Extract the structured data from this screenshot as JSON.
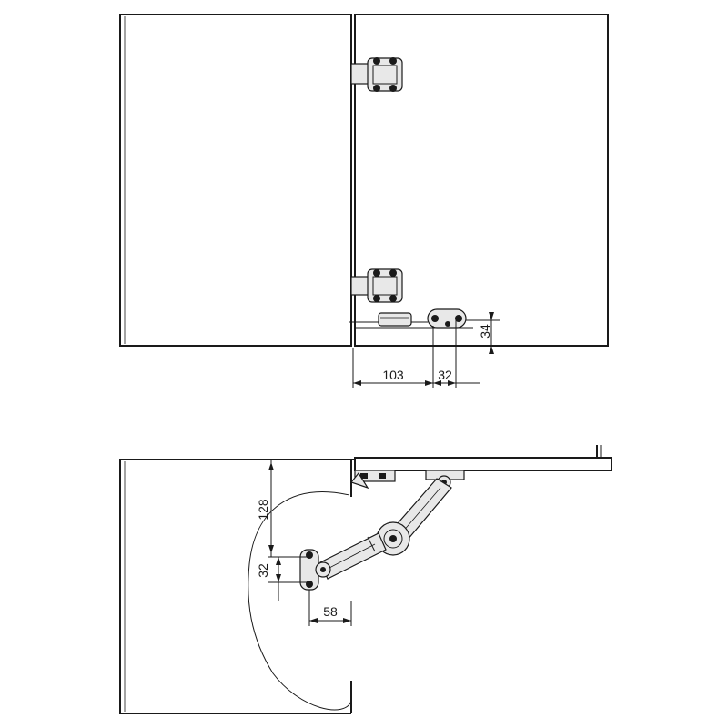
{
  "front_view": {
    "dimensions": {
      "horizontal_1": "103",
      "horizontal_2": "32",
      "vertical": "34"
    }
  },
  "side_view": {
    "dimensions": {
      "vertical_1": "128",
      "vertical_2": "32",
      "horizontal": "58"
    }
  }
}
